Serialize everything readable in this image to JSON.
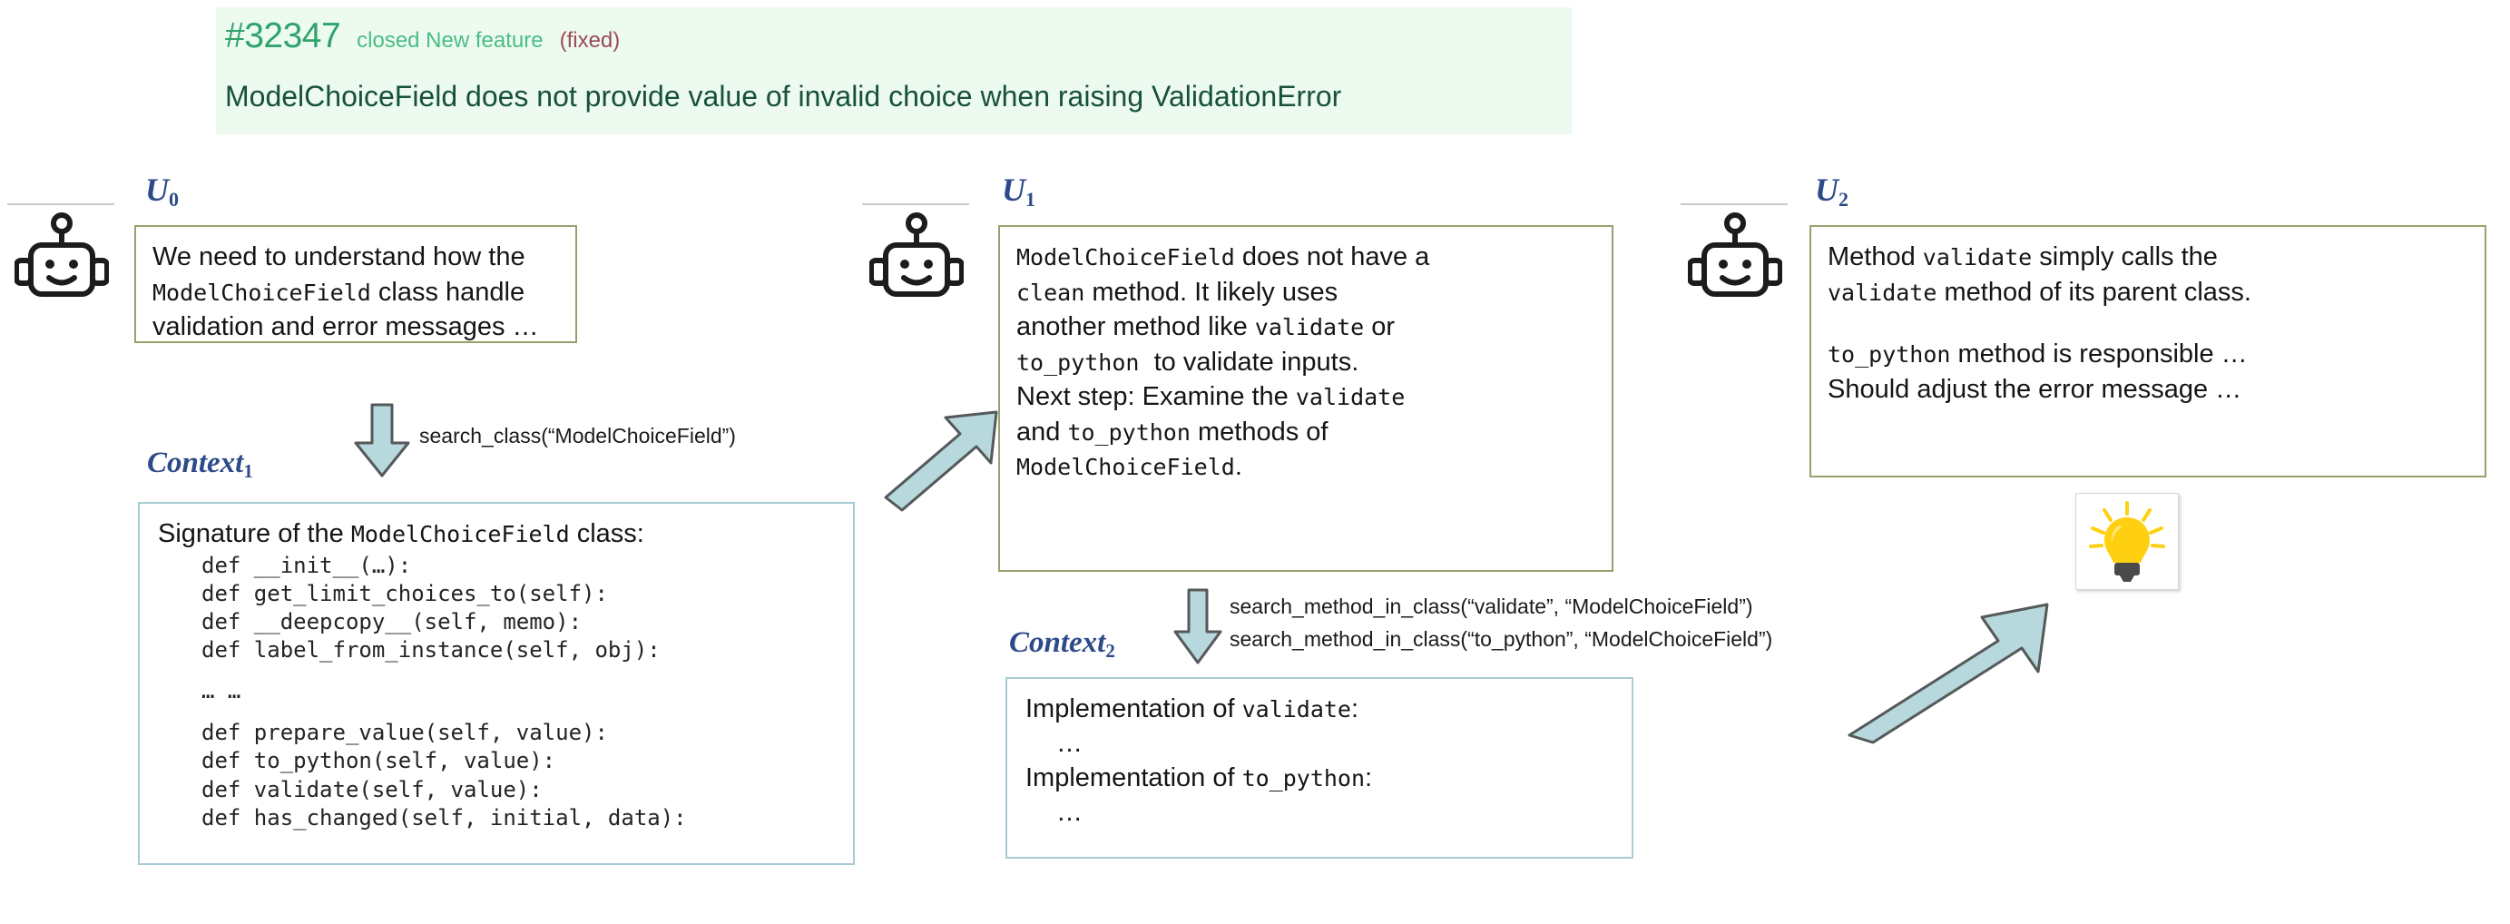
{
  "issue": {
    "number": "#32347",
    "status": "closed New feature",
    "resolution": "(fixed)",
    "title": "ModelChoiceField does not provide value of invalid choice when raising ValidationError",
    "banner_color": "#edfaf0",
    "number_color": "#2fa36b",
    "status_color": "#49bd83",
    "resolution_color": "#9b4a53",
    "title_color": "#17513c"
  },
  "steps": [
    {
      "label": "U",
      "index": "0",
      "icon": "robot-icon",
      "lines": [
        {
          "parts": [
            {
              "t": "We need to understand how the",
              "mono": false
            }
          ]
        },
        {
          "parts": [
            {
              "t": "ModelChoiceField",
              "mono": true
            },
            {
              "t": " class handle",
              "mono": false
            }
          ]
        },
        {
          "parts": [
            {
              "t": "validation and error messages …",
              "mono": false
            }
          ]
        }
      ]
    },
    {
      "label": "U",
      "index": "1",
      "icon": "robot-icon",
      "lines": [
        {
          "parts": [
            {
              "t": "ModelChoiceField",
              "mono": true
            },
            {
              "t": " does not have a",
              "mono": false
            }
          ]
        },
        {
          "parts": [
            {
              "t": "clean",
              "mono": true
            },
            {
              "t": " method. It likely uses",
              "mono": false
            }
          ]
        },
        {
          "parts": [
            {
              "t": "another method like ",
              "mono": false
            },
            {
              "t": "validate",
              "mono": true
            },
            {
              "t": " or",
              "mono": false
            }
          ]
        },
        {
          "parts": [
            {
              "t": "to_python",
              "mono": true
            },
            {
              "t": "  to validate inputs.",
              "mono": false
            }
          ]
        },
        {
          "parts": [
            {
              "t": "Next step: Examine the ",
              "mono": false
            },
            {
              "t": "validate",
              "mono": true
            }
          ]
        },
        {
          "parts": [
            {
              "t": "and ",
              "mono": false
            },
            {
              "t": "to_python",
              "mono": true
            },
            {
              "t": " methods of",
              "mono": false
            }
          ]
        },
        {
          "parts": [
            {
              "t": "ModelChoiceField",
              "mono": true
            },
            {
              "t": ".",
              "mono": false
            }
          ]
        }
      ]
    },
    {
      "label": "U",
      "index": "2",
      "icon": "robot-icon",
      "lines": [
        {
          "parts": [
            {
              "t": "Method ",
              "mono": false
            },
            {
              "t": "validate",
              "mono": true
            },
            {
              "t": " simply calls the",
              "mono": false
            }
          ]
        },
        {
          "parts": [
            {
              "t": "validate",
              "mono": true
            },
            {
              "t": " method of its parent class.",
              "mono": false
            }
          ]
        },
        {
          "parts": [
            {
              "t": "",
              "mono": false
            }
          ]
        },
        {
          "parts": [
            {
              "t": "to_python",
              "mono": true
            },
            {
              "t": " method is responsible …",
              "mono": false
            }
          ]
        },
        {
          "parts": [
            {
              "t": "Should adjust the error message …",
              "mono": false
            }
          ]
        }
      ]
    }
  ],
  "context1": {
    "label": "Context",
    "index": "1",
    "heading_prefix": "Signature of the ",
    "heading_class": "ModelChoiceField",
    "heading_suffix": " class:",
    "code_lines": [
      "def __init__(…):",
      "def get_limit_choices_to(self):",
      "def __deepcopy__(self, memo):",
      "def label_from_instance(self, obj):",
      "",
      "… …",
      "",
      "def prepare_value(self, value):",
      "def to_python(self, value):",
      "def validate(self, value):",
      "def has_changed(self, initial, data):"
    ]
  },
  "context2": {
    "label": "Context",
    "index": "2",
    "entries": [
      {
        "prefix": "Implementation of ",
        "name": "validate",
        "suffix": ":",
        "body": "…"
      },
      {
        "prefix": "Implementation of ",
        "name": "to_python",
        "suffix": ":",
        "body": "…"
      }
    ]
  },
  "tool_calls": {
    "search_class": "search_class(“ModelChoiceField”)",
    "search_validate": "search_method_in_class(“validate”, “ModelChoiceField”)",
    "search_to_python": "search_method_in_class(“to_python”, “ModelChoiceField”)"
  },
  "icons": {
    "lightbulb": "lightbulb-icon",
    "down_arrow_1": "down-arrow-icon",
    "down_arrow_2": "down-arrow-icon",
    "diagonal_arrow_1": "diagonal-arrow-icon",
    "diagonal_arrow_2": "diagonal-arrow-icon"
  },
  "colors": {
    "msg_border": "#9aa06d",
    "ctx_border": "#a7ccd4",
    "arrow_fill": "#b7d8dd",
    "arrow_stroke": "#55595a",
    "label_blue": "#2d4a8a",
    "bulb_yellow": "#ffd012",
    "bulb_base": "#4a4a4a"
  }
}
